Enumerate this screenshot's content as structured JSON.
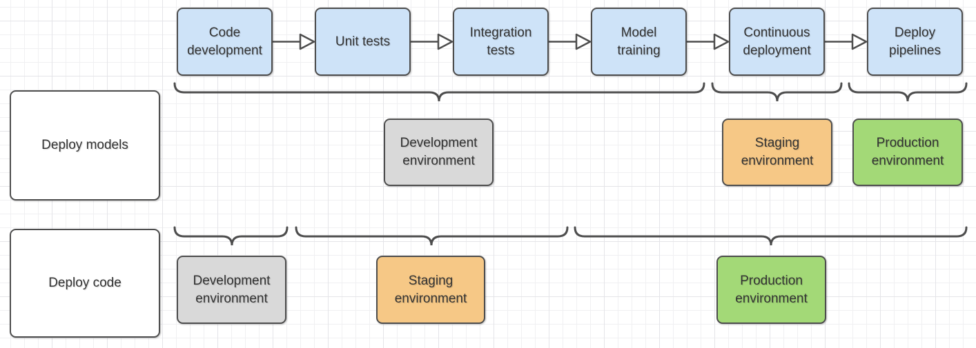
{
  "diagram": {
    "pipeline_steps": [
      {
        "label": "Code\ndevelopment"
      },
      {
        "label": "Unit tests"
      },
      {
        "label": "Integration\ntests"
      },
      {
        "label": "Model\ntraining"
      },
      {
        "label": "Continuous\ndeployment"
      },
      {
        "label": "Deploy\npipelines"
      }
    ],
    "rows": [
      {
        "label": "Deploy models",
        "environments": [
          {
            "label": "Development\nenvironment",
            "kind": "development",
            "groups_steps": [
              "Code development",
              "Unit tests",
              "Integration tests",
              "Model training"
            ]
          },
          {
            "label": "Staging\nenvironment",
            "kind": "staging",
            "groups_steps": [
              "Continuous deployment"
            ]
          },
          {
            "label": "Production\nenvironment",
            "kind": "production",
            "groups_steps": [
              "Deploy pipelines"
            ]
          }
        ]
      },
      {
        "label": "Deploy code",
        "environments": [
          {
            "label": "Development\nenvironment",
            "kind": "development",
            "groups_steps": [
              "Code development"
            ]
          },
          {
            "label": "Staging\nenvironment",
            "kind": "staging",
            "groups_steps": [
              "Unit tests",
              "Integration tests"
            ]
          },
          {
            "label": "Production\nenvironment",
            "kind": "production",
            "groups_steps": [
              "Model training",
              "Continuous deployment",
              "Deploy pipelines"
            ]
          }
        ]
      }
    ],
    "colors": {
      "step_fill": "#cee3f8",
      "development_fill": "#d9d9d9",
      "staging_fill": "#f6c886",
      "production_fill": "#a3d977",
      "stroke": "#4d4d4d",
      "text": "#333333"
    }
  }
}
